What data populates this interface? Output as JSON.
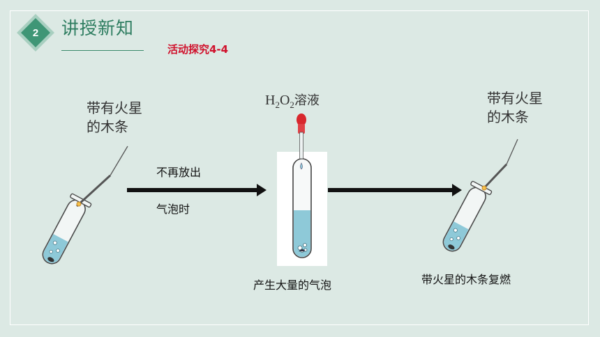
{
  "header": {
    "section_number": "2",
    "section_title": "讲授新知",
    "activity_title": "活动探究4-4"
  },
  "left_label": {
    "line1": "带有火星",
    "line2": "的木条"
  },
  "right_label": {
    "line1": "带有火星",
    "line2": "的木条"
  },
  "reagent": {
    "formula_h": "H",
    "formula_2a": "2",
    "formula_o": "O",
    "formula_2b": "2",
    "name": "溶液"
  },
  "condition": {
    "line1": "不再放出",
    "line2": "气泡时"
  },
  "caption_middle": "产生大量的气泡",
  "caption_right": "带火星的木条复燃",
  "colors": {
    "accent_green": "#2e7d60",
    "activity_red": "#d0102b",
    "liquid_blue": "#8ec9d8",
    "background": "#dce9e4"
  }
}
